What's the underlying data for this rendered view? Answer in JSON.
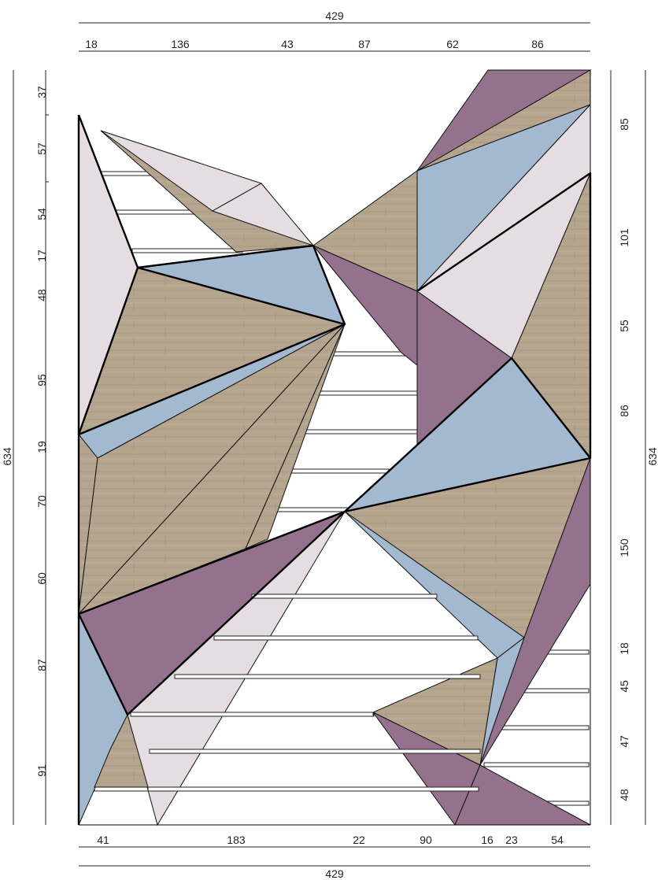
{
  "colors": {
    "wood": "#b5a58f",
    "blue": "#a2b9d0",
    "purple": "#94728d",
    "light_pink": "#e6dde3",
    "line": "#000000"
  },
  "dimensions": {
    "top_total": "429",
    "bottom_total": "429",
    "left_total": "634",
    "right_total": "634",
    "top_segments": [
      "18",
      "136",
      "43",
      "87",
      "62",
      "86"
    ],
    "bottom_segments": [
      "41",
      "183",
      "22",
      "90",
      "16",
      "23",
      "54"
    ],
    "left_segments": [
      "37",
      "57",
      "54",
      "17",
      "48",
      "95",
      "19",
      "70",
      "60",
      "87",
      "91"
    ],
    "right_segments": [
      "85",
      "101",
      "55",
      "86",
      "150",
      "18",
      "45",
      "47",
      "48"
    ]
  }
}
